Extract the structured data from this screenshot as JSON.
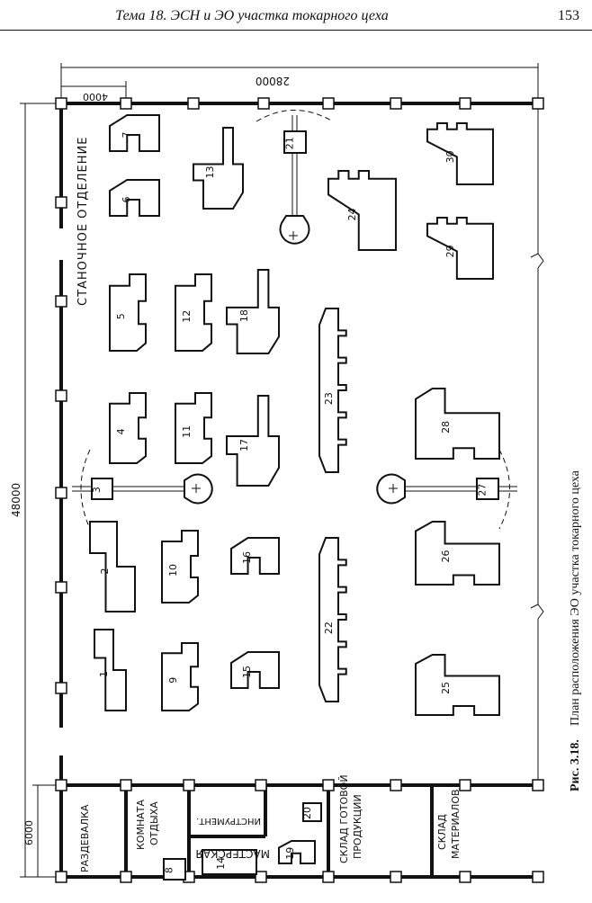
{
  "header": {
    "running_title": "Тема 18. ЭСН и ЭО участка токарного цеха",
    "page_number": "153"
  },
  "dimensions": {
    "overall_width": "28000",
    "overall_length": "48000",
    "column_step": "4000",
    "room_depth": "6000"
  },
  "rooms": {
    "machine_shop": "СТАНОЧНОЕ ОТДЕЛЕНИЕ",
    "changing_room": "РАЗДЕВАЛКА",
    "rest_room_line1": "КОМНАТА",
    "rest_room_line2": "ОТДЫХА",
    "tool_room": "ИНСТРУМЕНТ.",
    "workshop": "МАСТЕРСКАЯ",
    "finished_goods_line1": "СКЛАД ГОТОВОЙ",
    "finished_goods_line2": "ПРОДУКЦИИ",
    "materials_line1": "СКЛАД",
    "materials_line2": "МАТЕРИАЛОВ"
  },
  "equipment_numbers": [
    "1",
    "2",
    "3",
    "4",
    "5",
    "6",
    "7",
    "8",
    "9",
    "10",
    "11",
    "12",
    "13",
    "14",
    "15",
    "16",
    "17",
    "18",
    "19",
    "20",
    "21",
    "22",
    "23",
    "24",
    "25",
    "26",
    "27",
    "28",
    "29",
    "30"
  ],
  "caption": {
    "label": "Рис. 3.18.",
    "text": "План расположения ЭО участка токарного цеха"
  }
}
